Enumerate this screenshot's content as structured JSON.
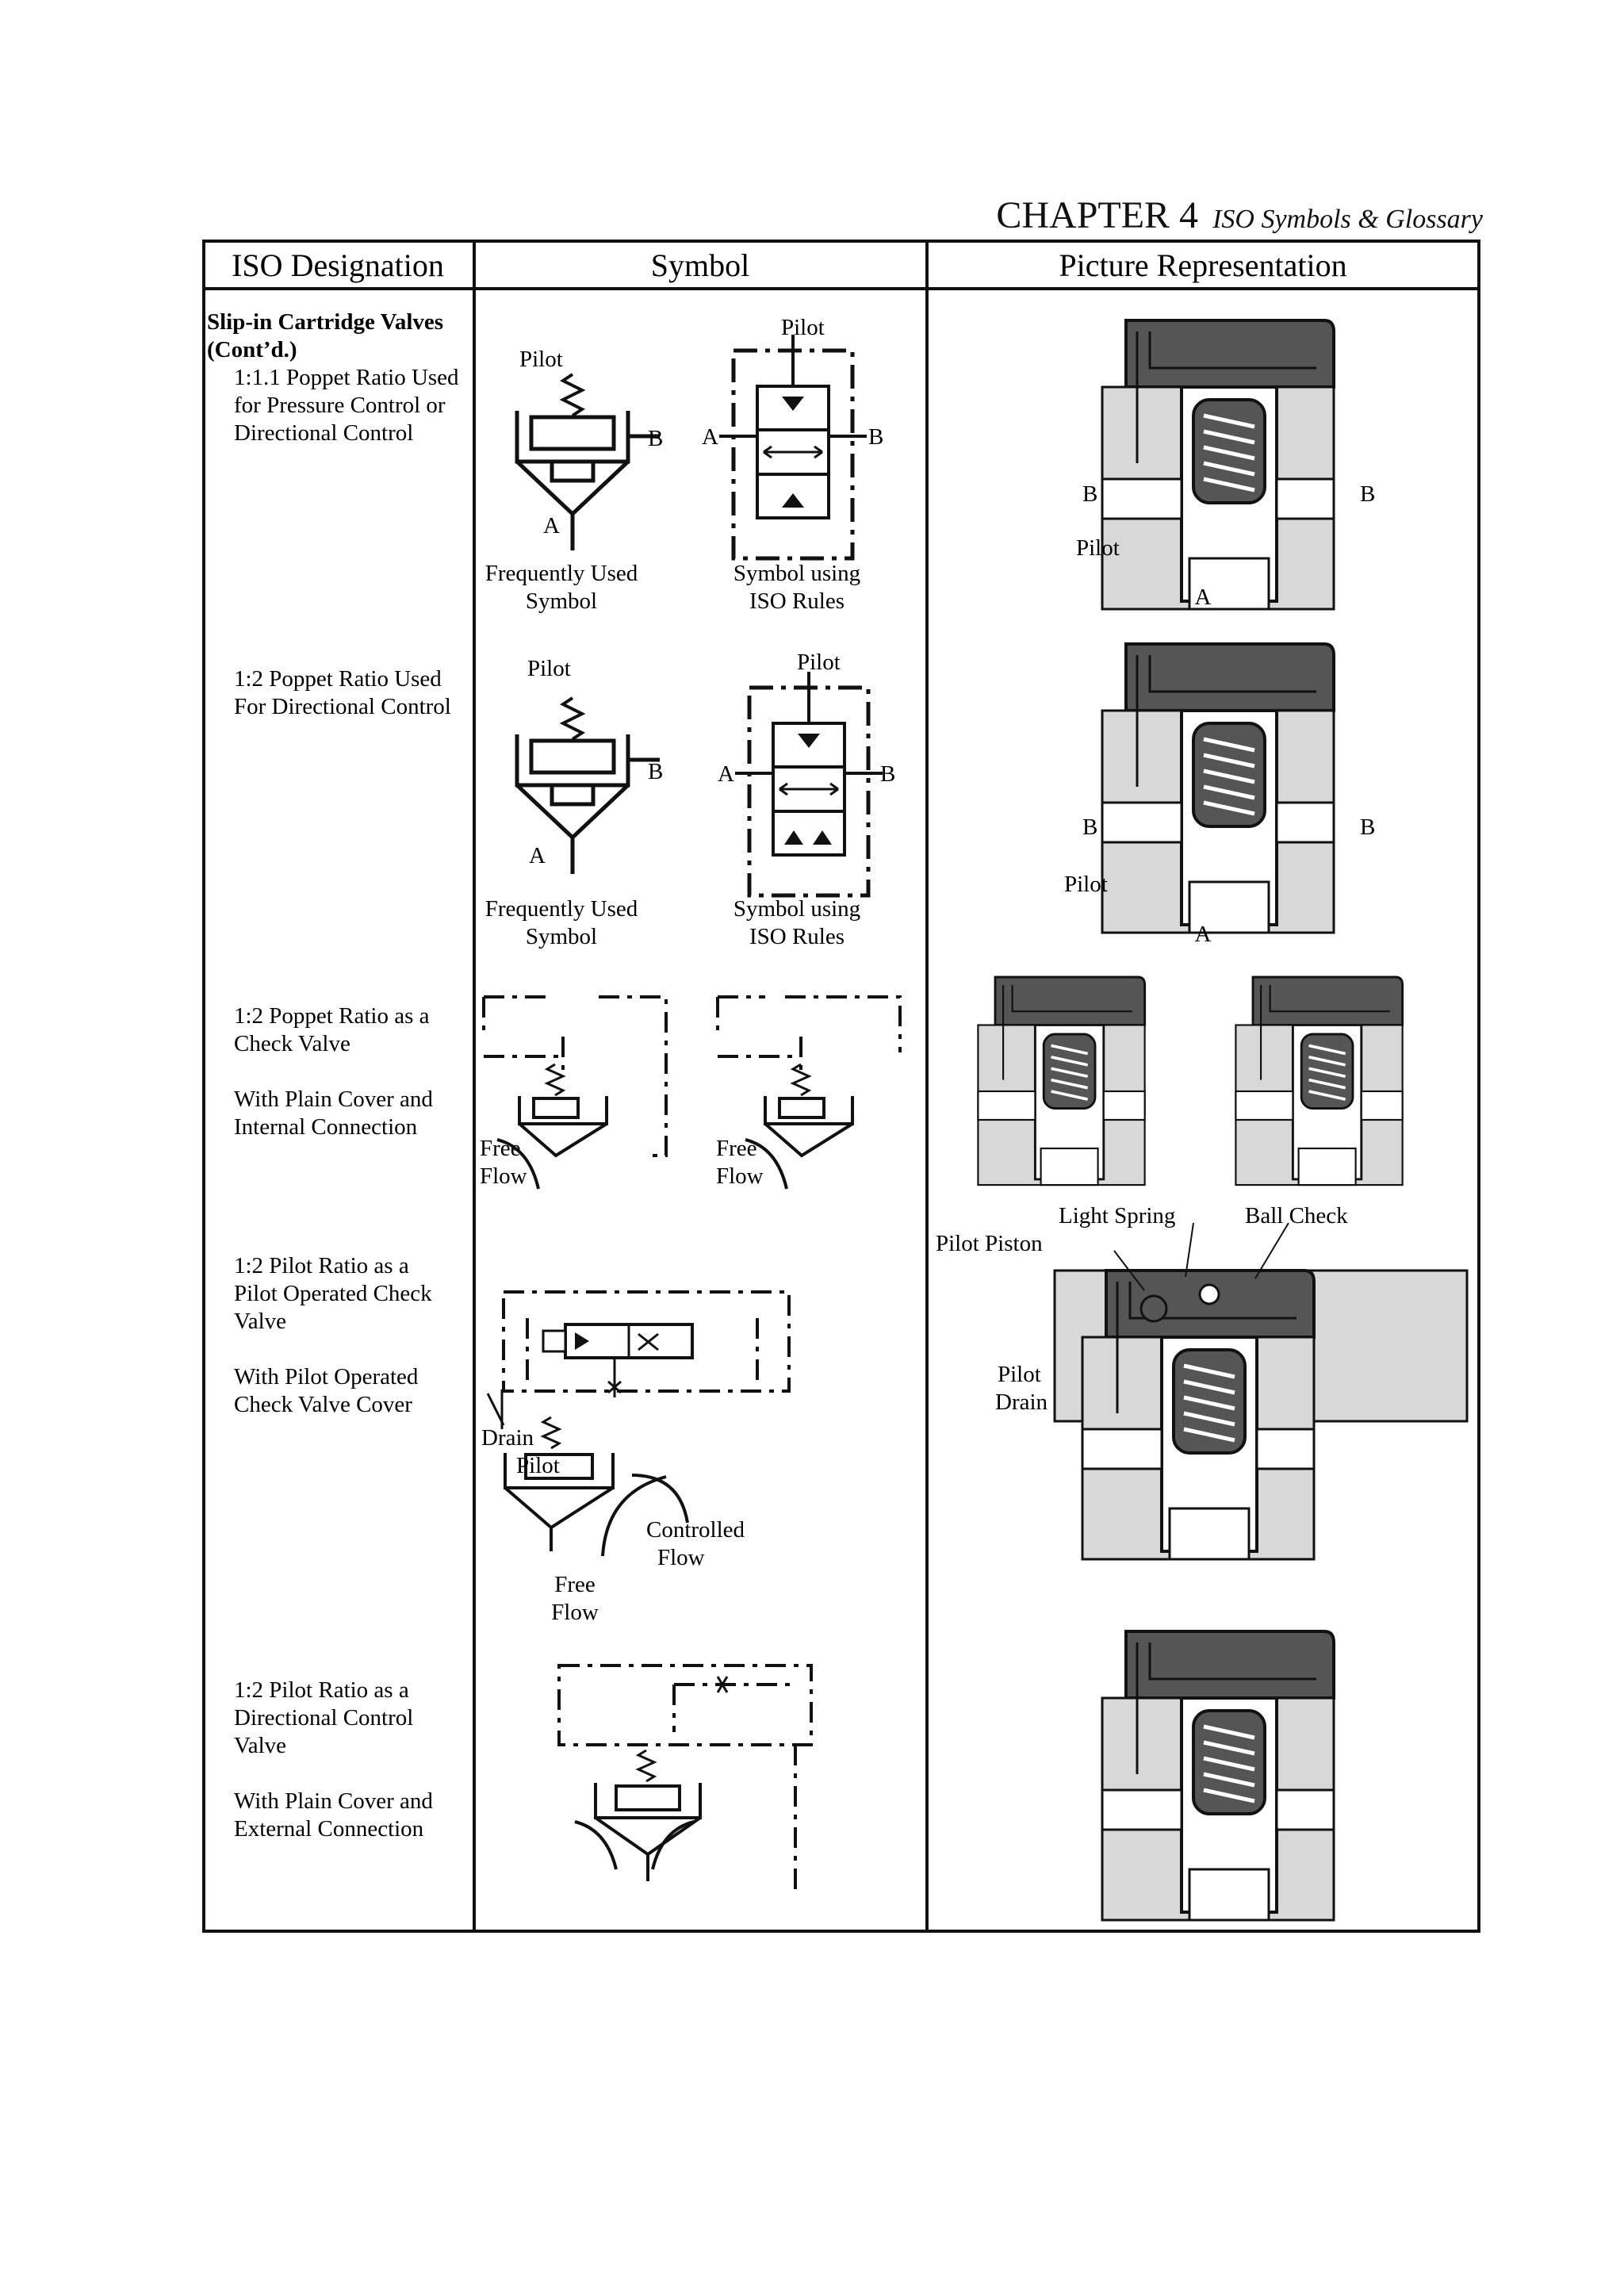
{
  "header": {
    "chapter": "CHAPTER 4",
    "subtitle": "ISO Symbols & Glossary"
  },
  "columns": [
    "ISO Designation",
    "Symbol",
    "Picture Representation"
  ],
  "section_title": [
    "Slip-in Cartridge Valves",
    "(Cont’d.)"
  ],
  "rows": [
    {
      "designation": [
        "1:1.1 Poppet Ratio Used",
        "for Pressure Control or",
        "Directional Control"
      ],
      "symbol_labels": {
        "pilot": "Pilot",
        "a": "A",
        "b": "B",
        "caption_left": [
          "Frequently Used",
          "Symbol"
        ],
        "caption_right": [
          "Symbol using",
          "ISO Rules"
        ]
      },
      "picture_labels": {
        "b_left": "B",
        "b_right": "B",
        "pilot": "Pilot",
        "a": "A"
      }
    },
    {
      "designation": [
        "1:2 Poppet Ratio Used",
        "For Directional Control"
      ],
      "symbol_labels": {
        "pilot": "Pilot",
        "a": "A",
        "b": "B",
        "caption_left": [
          "Frequently Used",
          "Symbol"
        ],
        "caption_right": [
          "Symbol using",
          "ISO Rules"
        ]
      },
      "picture_labels": {
        "b_left": "B",
        "b_right": "B",
        "pilot": "Pilot",
        "a": "A"
      }
    },
    {
      "designation": [
        "1:2 Poppet Ratio as a",
        "Check Valve",
        "",
        "With Plain Cover and",
        "Internal Connection"
      ],
      "symbol_labels": {
        "free_flow": [
          "Free",
          "Flow"
        ]
      }
    },
    {
      "designation": [
        "1:2 Pilot Ratio as a",
        "Pilot Operated Check",
        "Valve",
        "",
        "With Pilot Operated",
        "Check Valve Cover"
      ],
      "symbol_labels": {
        "drain": "Drain",
        "pilot": "Pilot",
        "controlled_flow": [
          "Controlled",
          "Flow"
        ],
        "free_flow": [
          "Free",
          "Flow"
        ]
      },
      "picture_labels": {
        "light_spring": "Light Spring",
        "ball_check": "Ball Check",
        "pilot_piston": "Pilot Piston",
        "pilot_drain": [
          "Pilot",
          "Drain"
        ]
      }
    },
    {
      "designation": [
        "1:2 Pilot Ratio as a",
        "Directional Control",
        "Valve",
        "",
        "With Plain Cover and",
        "External Connection"
      ]
    }
  ]
}
